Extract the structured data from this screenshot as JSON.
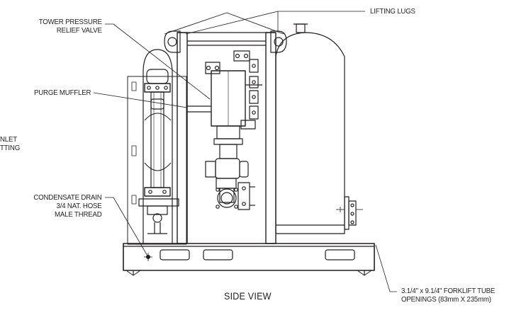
{
  "callouts": {
    "tower_relief": [
      "TOWER PRESSURE",
      "RELIEF VALVE"
    ],
    "lifting_lugs": "LIFTING LUGS",
    "purge_muffler": "PURGE MUFFLER",
    "inlet_fitting": [
      "NLET",
      "TTING"
    ],
    "condensate_drain": [
      "CONDENSATE DRAIN",
      "3/4 NAT. HOSE",
      "MALE THREAD"
    ],
    "forklift": [
      "3.1/4\" x 9.1/4\" FORKLIFT TUBE",
      "OPENINGS (83mm X 235mm)"
    ]
  },
  "view_title": "SIDE VIEW",
  "colors": {
    "line": "#231f20",
    "background": "#ffffff"
  }
}
